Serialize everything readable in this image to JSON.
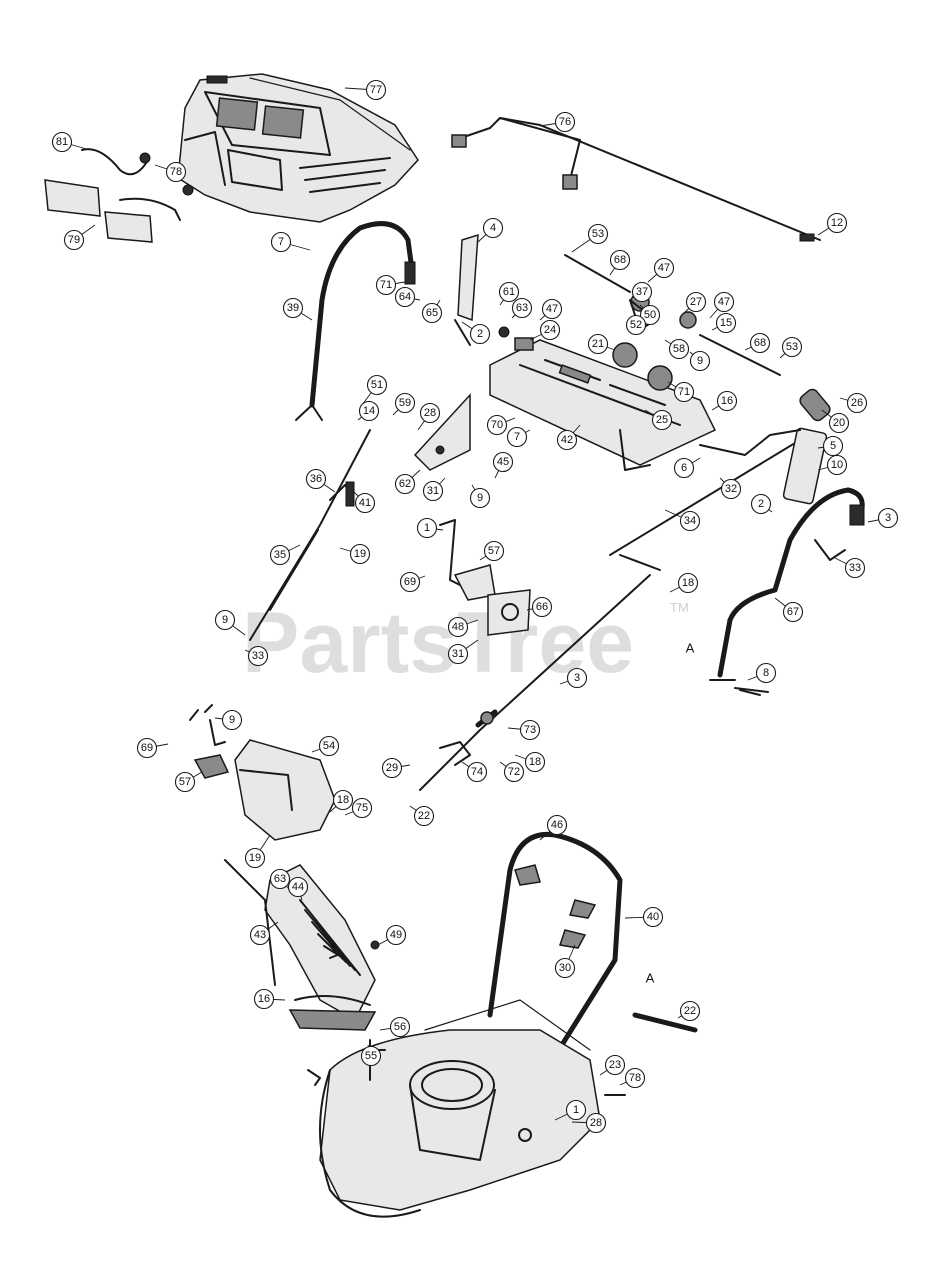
{
  "watermark": {
    "text": "PartsTree",
    "trademark": "TM"
  },
  "reference_letters": [
    "A",
    "A"
  ],
  "callouts": [
    "77",
    "76",
    "81",
    "78",
    "79",
    "7",
    "39",
    "4",
    "71",
    "64",
    "65",
    "2",
    "61",
    "63",
    "47",
    "24",
    "53",
    "68",
    "47",
    "37",
    "50",
    "52",
    "27",
    "47",
    "15",
    "58",
    "9",
    "68",
    "53",
    "21",
    "71",
    "25",
    "51",
    "14",
    "59",
    "28",
    "70",
    "7",
    "42",
    "16",
    "26",
    "20",
    "62",
    "31",
    "9",
    "45",
    "36",
    "41",
    "6",
    "32",
    "5",
    "10",
    "2",
    "3",
    "34",
    "33",
    "1",
    "57",
    "19",
    "35",
    "69",
    "18",
    "66",
    "48",
    "67",
    "31",
    "9",
    "33",
    "8",
    "3",
    "9",
    "54",
    "69",
    "57",
    "73",
    "18",
    "29",
    "74",
    "72",
    "18",
    "75",
    "22",
    "19",
    "63",
    "44",
    "43",
    "49",
    "16",
    "56",
    "55",
    "46",
    "40",
    "30",
    "22",
    "23",
    "78",
    "1",
    "28",
    "12",
    "47"
  ]
}
